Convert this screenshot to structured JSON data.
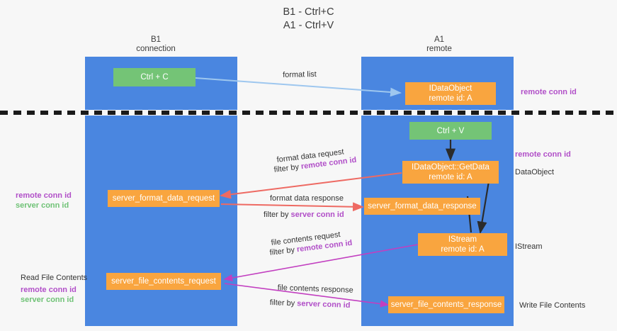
{
  "title": "B1 - Ctrl+C\nA1 - Ctrl+V",
  "colors": {
    "lane": "#4a86e0",
    "green_node": "#74c476",
    "orange_node": "#f9a53f",
    "remote_conn_id": "#b14fc8",
    "server_conn_id": "#6fc276",
    "divider": "#1a1a1a",
    "background": "#f7f7f7"
  },
  "columns": [
    {
      "id": "b1",
      "title": "B1\nconnection"
    },
    {
      "id": "a1",
      "title": "A1\nremote"
    }
  ],
  "nodes": [
    {
      "id": "ctrl-c",
      "label": "Ctrl + C",
      "style": "green"
    },
    {
      "id": "idataobject",
      "label": "IDataObject\nremote id: A",
      "style": "orange"
    },
    {
      "id": "ctrl-v",
      "label": "Ctrl + V",
      "style": "green"
    },
    {
      "id": "idataobject-getdata",
      "label": "IDataObject::GetData\nremote id: A",
      "style": "orange"
    },
    {
      "id": "server-format-data-request",
      "label": "server_format_data_request",
      "style": "orange"
    },
    {
      "id": "server-format-data-response",
      "label": "server_format_data_response",
      "style": "orange"
    },
    {
      "id": "istream",
      "label": "IStream\nremote id: A",
      "style": "orange"
    },
    {
      "id": "server-file-contents-request",
      "label": "server_file_contents_request",
      "style": "orange"
    },
    {
      "id": "server-file-contents-response",
      "label": "server_file_contents_response",
      "style": "orange"
    }
  ],
  "edge_labels": {
    "format_list": "format list",
    "format_data_request": "format data request",
    "format_data_request_filter_prefix": "filter by ",
    "format_data_request_filter_key": "remote conn id",
    "format_data_response": "format data response",
    "format_data_response_filter_prefix": "filter by ",
    "format_data_response_filter_key": "server conn id",
    "file_contents_request": "file contents request",
    "file_contents_request_filter_prefix": "filter by ",
    "file_contents_request_filter_key": "remote conn id",
    "file_contents_response": "file contents response",
    "file_contents_response_filter_prefix": "filter by ",
    "file_contents_response_filter_key": "server conn id"
  },
  "annotations": {
    "right_remote_top": "remote conn id",
    "right_remote_mid": "remote conn id",
    "right_dataobject": "DataObject",
    "right_istream": "IStream",
    "right_write_file_contents": "Write File Contents",
    "left_ids_mid_remote": "remote conn id",
    "left_ids_mid_server": "server conn id",
    "left_read_file_contents": "Read File Contents",
    "left_ids_bottom_remote": "remote conn id",
    "left_ids_bottom_server": "server conn id"
  }
}
